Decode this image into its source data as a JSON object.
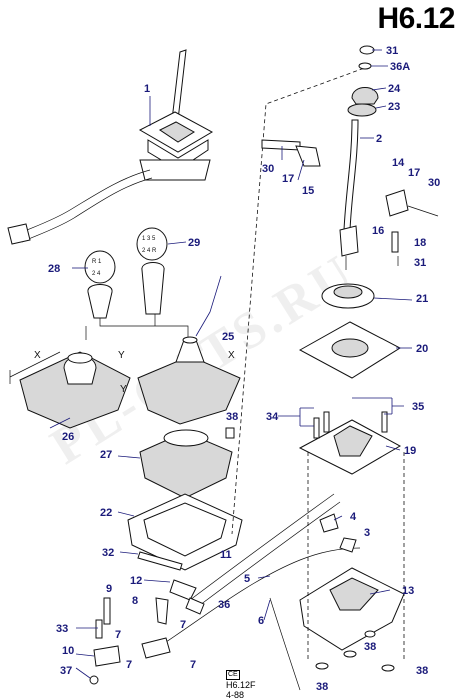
{
  "page_title": "H6.12",
  "reference": {
    "tag": "CE",
    "code": "H6.12F",
    "date": "4-88"
  },
  "watermark": "PL-CATS.RU",
  "gear_patterns": {
    "p28": [
      "R 1",
      "2 4"
    ],
    "p29": [
      "1 3 5",
      "2 4 R"
    ]
  },
  "dimension_labels": [
    "X",
    "Y",
    "Y",
    "X"
  ],
  "callouts": [
    "1",
    "2",
    "4",
    "5",
    "6",
    "7",
    "7",
    "7",
    "7",
    "8",
    "9",
    "10",
    "11",
    "12",
    "13",
    "14",
    "15",
    "16",
    "17",
    "17",
    "18",
    "19",
    "20",
    "21",
    "22",
    "23",
    "24",
    "25",
    "26",
    "27",
    "28",
    "29",
    "30",
    "30",
    "31",
    "31",
    "32",
    "33",
    "34",
    "35",
    "36A",
    "36",
    "37",
    "38",
    "38",
    "38",
    "38",
    "3"
  ],
  "colors": {
    "callout": "#1a1a7a",
    "ink": "#111111",
    "shade": "#d8d8d8"
  }
}
